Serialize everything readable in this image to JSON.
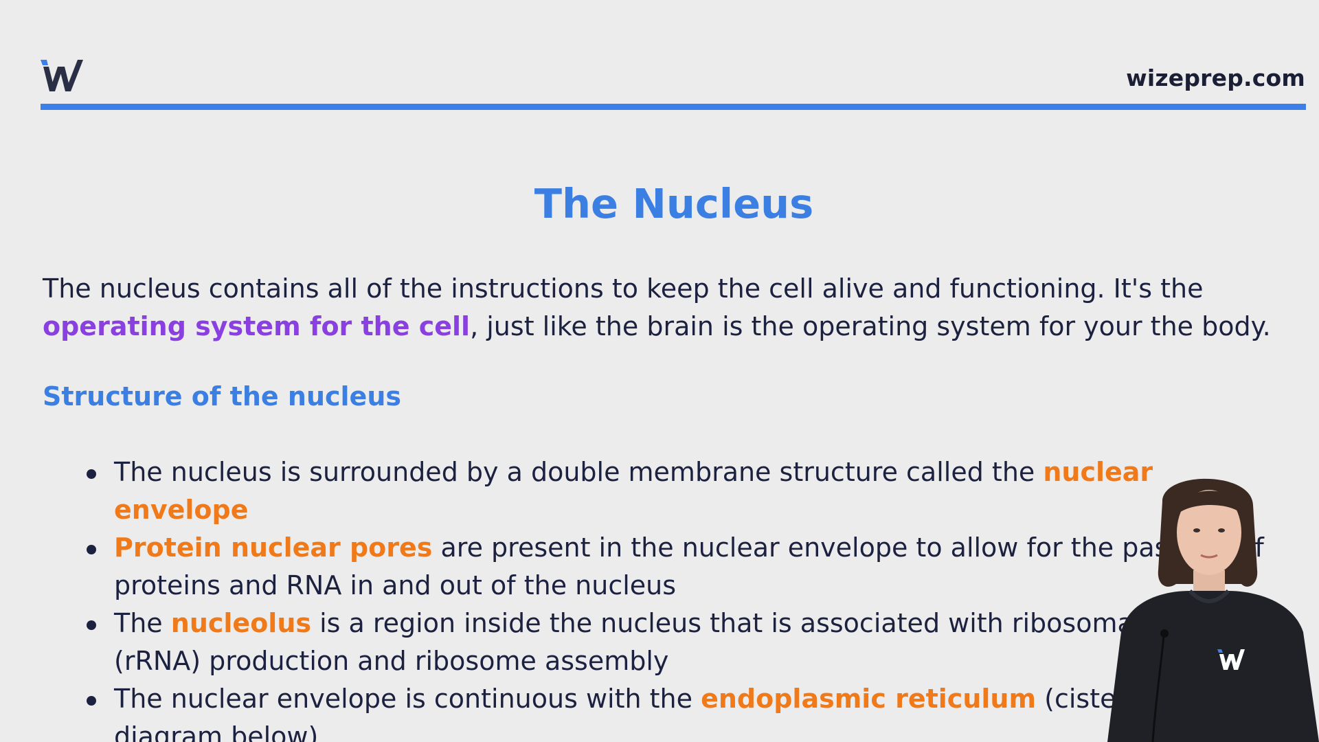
{
  "header": {
    "site": "wizeprep.com"
  },
  "slide": {
    "title": "The Nucleus",
    "intro": {
      "part1": "The nucleus contains all of the instructions to keep the cell alive and functioning. It's the ",
      "highlight": "operating system for the cell",
      "part2": ", just like the brain is the operating system for your the body."
    },
    "section_title": "Structure of the nucleus",
    "bullets": [
      {
        "before": "The nucleus is surrounded by a double membrane structure called the ",
        "highlight": "nuclear envelope",
        "after": ""
      },
      {
        "before": "",
        "highlight": "Protein nuclear pores",
        "after": " are present in the nuclear envelope to allow for the passage of proteins and RNA in and out of the nucleus"
      },
      {
        "before": "The ",
        "highlight": "nucleolus",
        "after": " is a region inside the nucleus that is associated with ribosomal RNA (rRNA) production and ribosome assembly"
      },
      {
        "before": "The nuclear envelope is continuous with the ",
        "highlight": "endoplasmic reticulum",
        "after": " (cisternae — see diagram below)"
      }
    ]
  },
  "colors": {
    "accent_blue": "#3b7fe3",
    "highlight_purple": "#8a3fe0",
    "highlight_orange": "#f07a1a",
    "text_dark": "#1c2140"
  },
  "icons": {
    "logo": "wizeprep-w-logo"
  }
}
